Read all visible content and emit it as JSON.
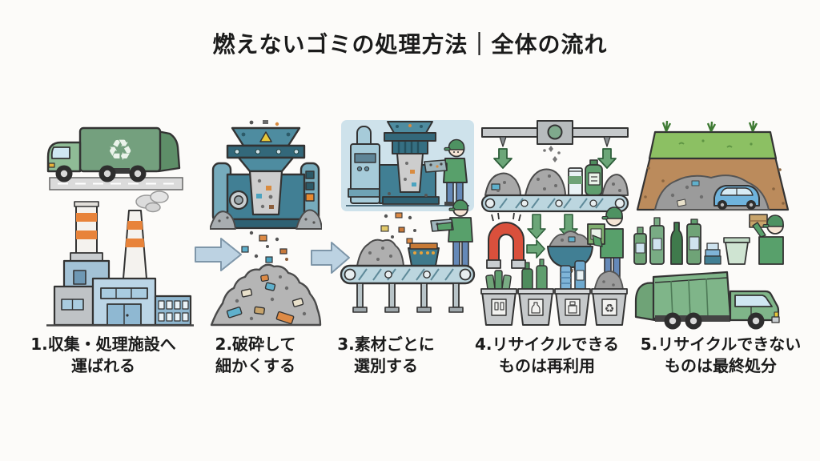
{
  "title": "燃えないゴミの処理方法｜全体の流れ",
  "steps": [
    {
      "id": 1,
      "label_line1": "1.収集・処理施設へ",
      "label_line2": "運ばれる",
      "illustration": "garbage-truck-and-factory"
    },
    {
      "id": 2,
      "label_line1": "2.破砕して",
      "label_line2": "細かくする",
      "illustration": "crusher-machine-and-debris-pile"
    },
    {
      "id": 3,
      "label_line1": "3.素材ごとに",
      "label_line2": "選別する",
      "illustration": "sorting-machine-conveyor-workers"
    },
    {
      "id": 4,
      "label_line1": "4.リサイクルできる",
      "label_line2": "ものは再利用",
      "illustration": "scanner-magnet-separator-and-recycle-bins"
    },
    {
      "id": 5,
      "label_line1": "5.リサイクルできない",
      "label_line2": "ものは最終処分",
      "illustration": "landfill-and-garbage-truck"
    }
  ],
  "flow_arrows": [
    {
      "from_step": 1,
      "to_step": 2
    },
    {
      "from_step": 2,
      "to_step": 3
    }
  ],
  "icons": {
    "recycle_symbol": "♻"
  },
  "colors": {
    "background": "#FCFBF9",
    "title_text": "#1B1B1B",
    "label_text": "#1B1B1B",
    "truck_green": "#7FB589",
    "truck_box_green": "#74A07E",
    "machine_teal": "#417F94",
    "machine_teal_light": "#76ABBC",
    "flow_arrow_fill": "#BCD2E2",
    "flow_arrow_border": "#7E96A9",
    "sorter_panel_blue": "#CEE2EB",
    "worker_shirt_green": "#58A06B",
    "worker_jeans_blue": "#6589B8",
    "magnet_red": "#D9503C",
    "sort_arrow_green": "#6BA678",
    "grass_green": "#8CC063",
    "soil_brown": "#BB8B5C",
    "bin_gray": "#C6C9CB",
    "pile_gray": "#B5B5B5",
    "chimney_stripe_orange": "#E8833A",
    "car_blue": "#6FB3DC",
    "road_gray": "#DBDBDB"
  }
}
